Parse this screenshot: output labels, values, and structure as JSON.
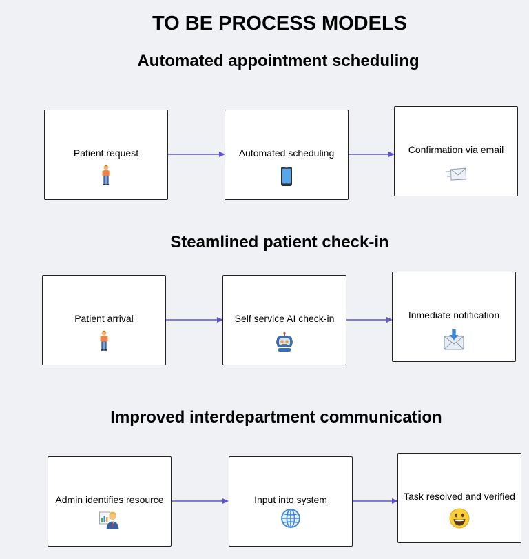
{
  "page": {
    "title": "TO BE PROCESS MODELS"
  },
  "sections": [
    {
      "title": "Automated appointment scheduling",
      "steps": [
        {
          "label": "Patient request",
          "icon": "person-standing-icon"
        },
        {
          "label": "Automated scheduling",
          "icon": "mobile-phone-icon"
        },
        {
          "label": "Confirmation via email",
          "icon": "envelope-speed-icon"
        }
      ]
    },
    {
      "title": "Steamlined patient check-in",
      "steps": [
        {
          "label": "Patient arrival",
          "icon": "person-standing-icon"
        },
        {
          "label": "Self service AI check-in",
          "icon": "robot-icon"
        },
        {
          "label": "Inmediate notification",
          "icon": "envelope-download-icon"
        }
      ]
    },
    {
      "title": "Improved interdepartment communication",
      "steps": [
        {
          "label": "Admin identifies resource",
          "icon": "office-worker-icon"
        },
        {
          "label": "Input into system",
          "icon": "globe-icon"
        },
        {
          "label": "Task resolved and verified",
          "icon": "smiley-face-icon"
        }
      ]
    }
  ],
  "colors": {
    "background": "#f0f1f4",
    "arrow": "#5b54d8",
    "box_border": "#222222"
  }
}
